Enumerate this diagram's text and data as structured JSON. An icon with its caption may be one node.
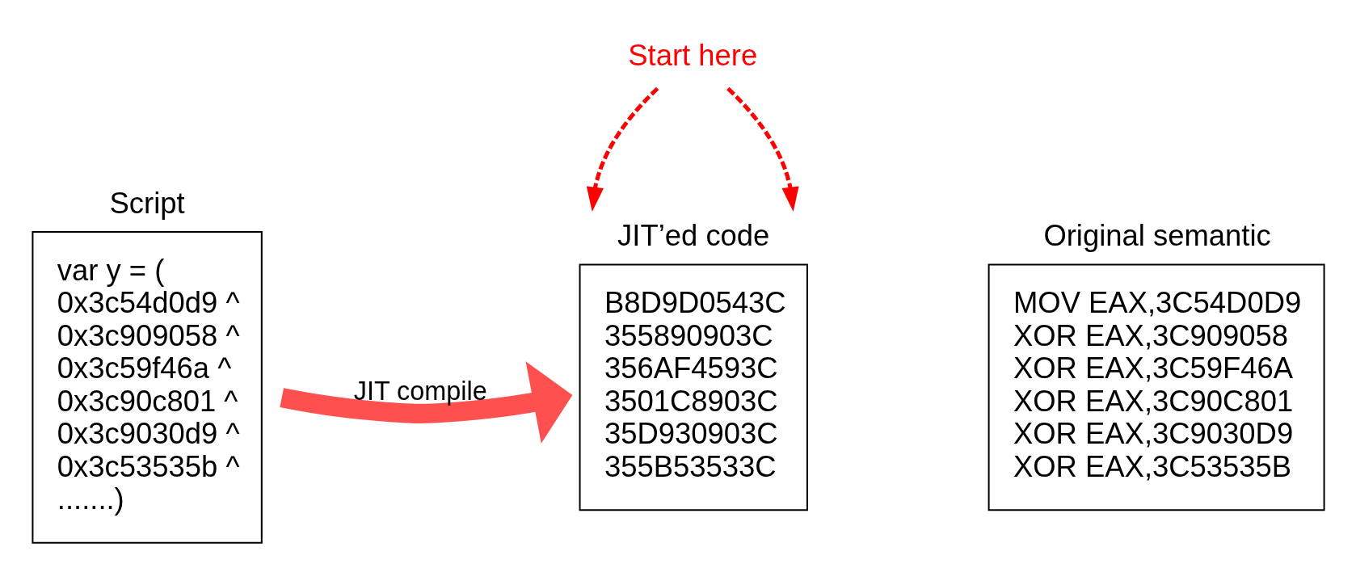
{
  "diagram": {
    "nodes": [
      {
        "text": [
          "Script",
          "var y = (",
          "0x3c54d0d9 ^",
          "0x3c909058 ^",
          "0x3c59f46a ^",
          "0x3c90c801 ^",
          "0x3c9030d9 ^",
          "0x3c53535b ^",
          ".......)"
        ]
      },
      {
        "text": [
          "JIT’ed code",
          "B8D9D0543C",
          "355890903C",
          "356AF4593C",
          "3501C8903C",
          "35D930903C",
          "355B53533C"
        ]
      },
      {
        "text": [
          "Original semantic",
          "MOV EAX,3C54D0D9",
          "XOR EAX,3C909058",
          "XOR EAX,3C59F46A",
          "XOR EAX,3C90C801",
          "XOR EAX,3C9030D9",
          "XOR EAX,3C53535B"
        ]
      },
      {
        "text": [
          "Start here"
        ]
      }
    ],
    "edges": [
      {
        "from": 0,
        "to": 1,
        "arrow": "to",
        "label": "JIT compile",
        "style": "thick",
        "color": "#ff5050"
      },
      {
        "from": 3,
        "to": 1,
        "arrow": "to",
        "style": "dashed",
        "color": "#ff0000"
      },
      {
        "from": 3,
        "to": 1,
        "arrow": "to",
        "style": "dashed",
        "color": "#ff0000"
      }
    ]
  }
}
